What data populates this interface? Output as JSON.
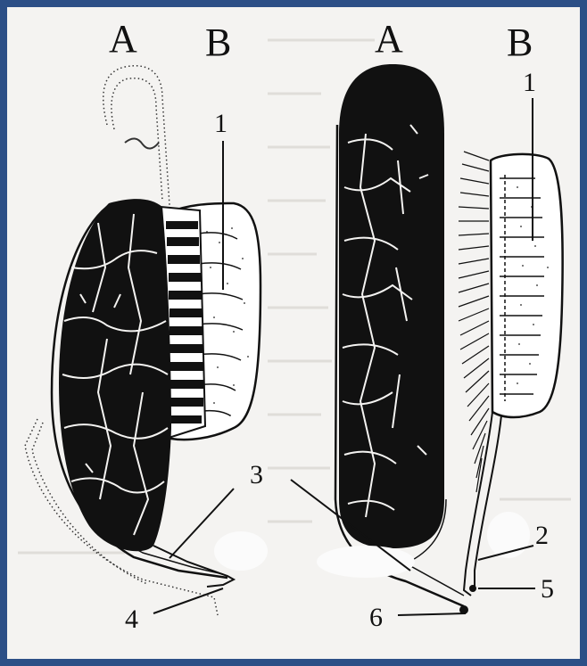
{
  "figure": {
    "left": {
      "label_a": "A",
      "label_b": "B"
    },
    "right": {
      "label_a": "A",
      "label_b": "B"
    },
    "callouts": [
      "1",
      "1",
      "2",
      "3",
      "4",
      "5",
      "6"
    ]
  },
  "colors": {
    "ink": "#111111",
    "paper": "#f4f3f1",
    "border": "#2c4f86"
  }
}
